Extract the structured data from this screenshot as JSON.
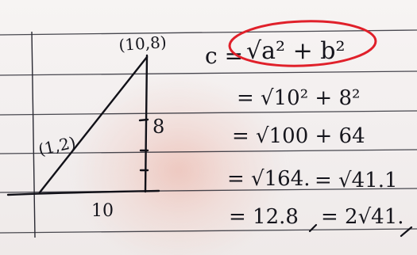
{
  "photo": {
    "description_colors": {
      "paper": "#f5f1f0",
      "rule_line": "#2a2a33",
      "ink": "#15151c",
      "highlight_circle": "#e0202a",
      "glare": "#eaa99b"
    }
  },
  "notes": {
    "triangle_labels": {
      "top_vertex": "(10,8)",
      "hypotenuse_point": "(1,2)",
      "height": "8",
      "base": "10"
    },
    "equations": {
      "line1_lhs": "c =",
      "line1_rhs": "√a² + b²",
      "line2": "= √10² + 8²",
      "line3": "= √100 + 64",
      "line4_a": "= √164.",
      "line4_b": "= √41.1",
      "line5_a": "= 12.8",
      "line5_b": "= 2√41."
    }
  }
}
